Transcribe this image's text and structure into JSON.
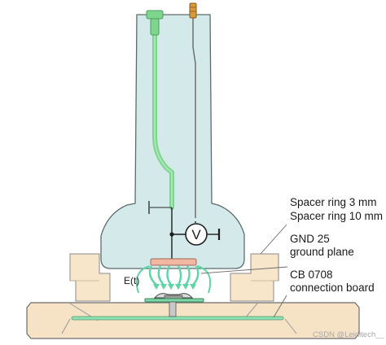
{
  "labels": {
    "spacer_ring_3mm": "Spacer ring   3 mm",
    "spacer_ring_10mm": "Spacer ring 10 mm",
    "gnd_line1": "GND 25",
    "gnd_line2": "ground plane",
    "cb_line1": "CB 0708",
    "cb_line2": "connection board",
    "field": "E(t)",
    "voltmeter": "V"
  },
  "watermark": "CSDN @Leiditech__",
  "colors": {
    "probe_body": "#cfe7e8",
    "probe_outline": "#5f6b6b",
    "trace_green": "#7ed68e",
    "field_arrows": "#5cd6a6",
    "electrode": "#f1b7a0",
    "board_fill": "#f6e2c4",
    "spacer_fill": "#f7e6c9"
  }
}
